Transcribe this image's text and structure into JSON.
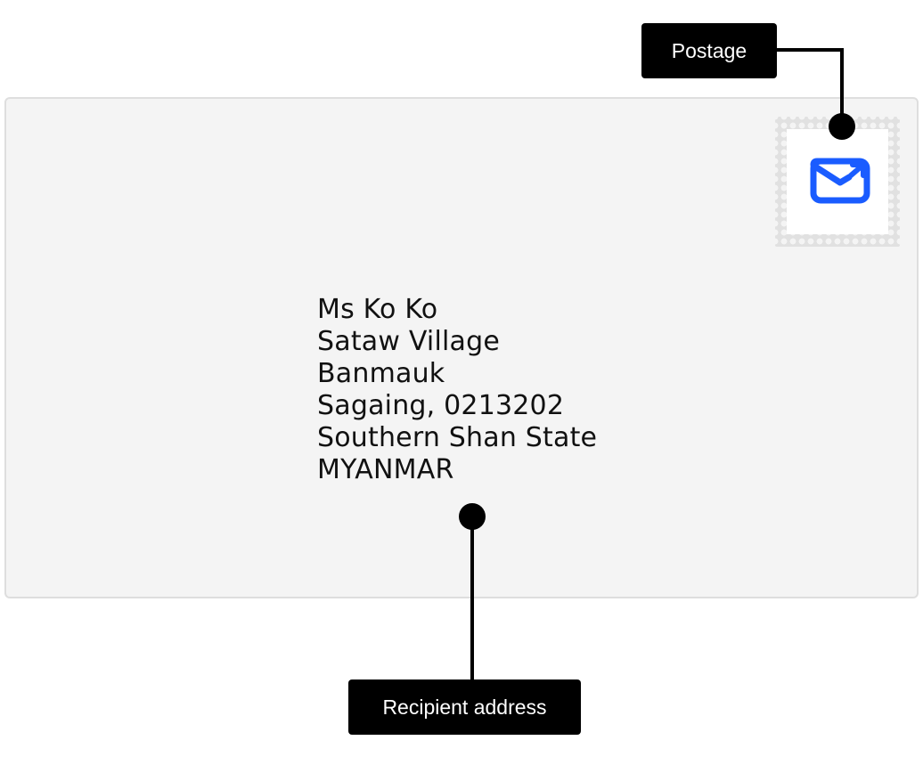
{
  "envelope": {
    "recipient": {
      "lines": [
        "Ms Ko Ko",
        "Sataw Village",
        "Banmauk",
        "Sagaing, 0213202",
        "Southern Shan State",
        "MYANMAR"
      ]
    },
    "stamp": {
      "icon": "mail-send-icon",
      "icon_color": "#1a5cff"
    }
  },
  "callouts": {
    "postage_label": "Postage",
    "recipient_label": "Recipient address",
    "line_color": "#000000"
  },
  "colors": {
    "envelope_fill": "#f4f4f4",
    "envelope_border": "#dedede",
    "stamp_border": "#e1e1e1"
  }
}
